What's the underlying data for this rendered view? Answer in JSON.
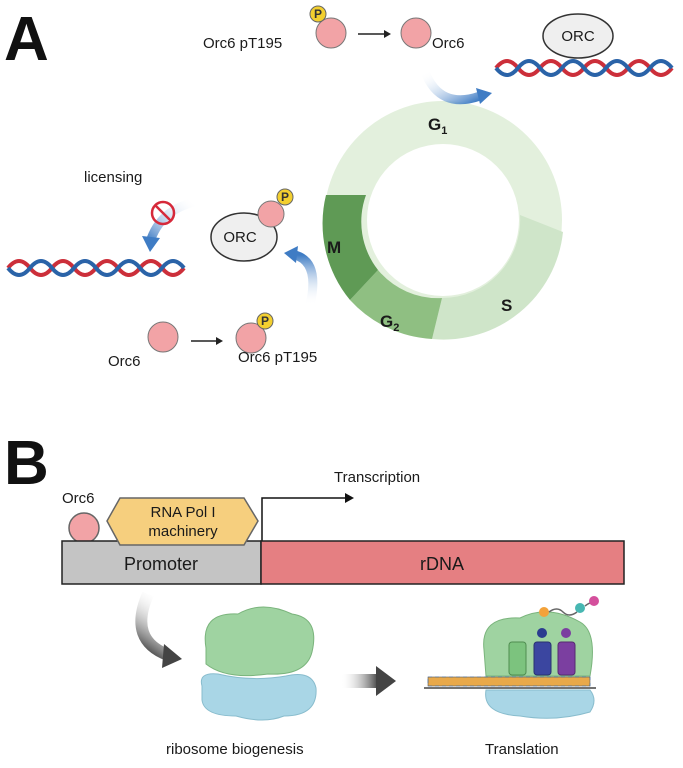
{
  "panel_a": {
    "label": "A",
    "orc6_pt195_top": "Orc6 pT195",
    "orc6_top": "Orc6",
    "orc_top": "ORC",
    "phase_g1": "G",
    "phase_g1_sub": "1",
    "phase_s": "S",
    "phase_g2": "G",
    "phase_g2_sub": "2",
    "phase_m": "M",
    "licensing": "licensing",
    "orc_left": "ORC",
    "orc6_bottom": "Orc6",
    "orc6_pt195_bottom": "Orc6 pT195",
    "phospho": "P"
  },
  "panel_b": {
    "label": "B",
    "orc6": "Orc6",
    "rna_pol_line1": "RNA Pol I",
    "rna_pol_line2": "machinery",
    "transcription": "Transcription",
    "promoter": "Promoter",
    "rdna": "rDNA",
    "ribosome_biogenesis": "ribosome biogenesis",
    "translation": "Translation"
  },
  "colors": {
    "orc6_fill": "#f2a3a6",
    "phospho_fill": "#f3cf2f",
    "dna_red": "#cc2f3a",
    "dna_blue": "#2a63a8",
    "promoter": "#c4c4c4",
    "rdna": "#e57f82",
    "rna_pol": "#f6cf7e",
    "ribo_large": "#9fd3a1",
    "ribo_small": "#a9d6e6",
    "arrow_blue": "#3f7cc4"
  }
}
